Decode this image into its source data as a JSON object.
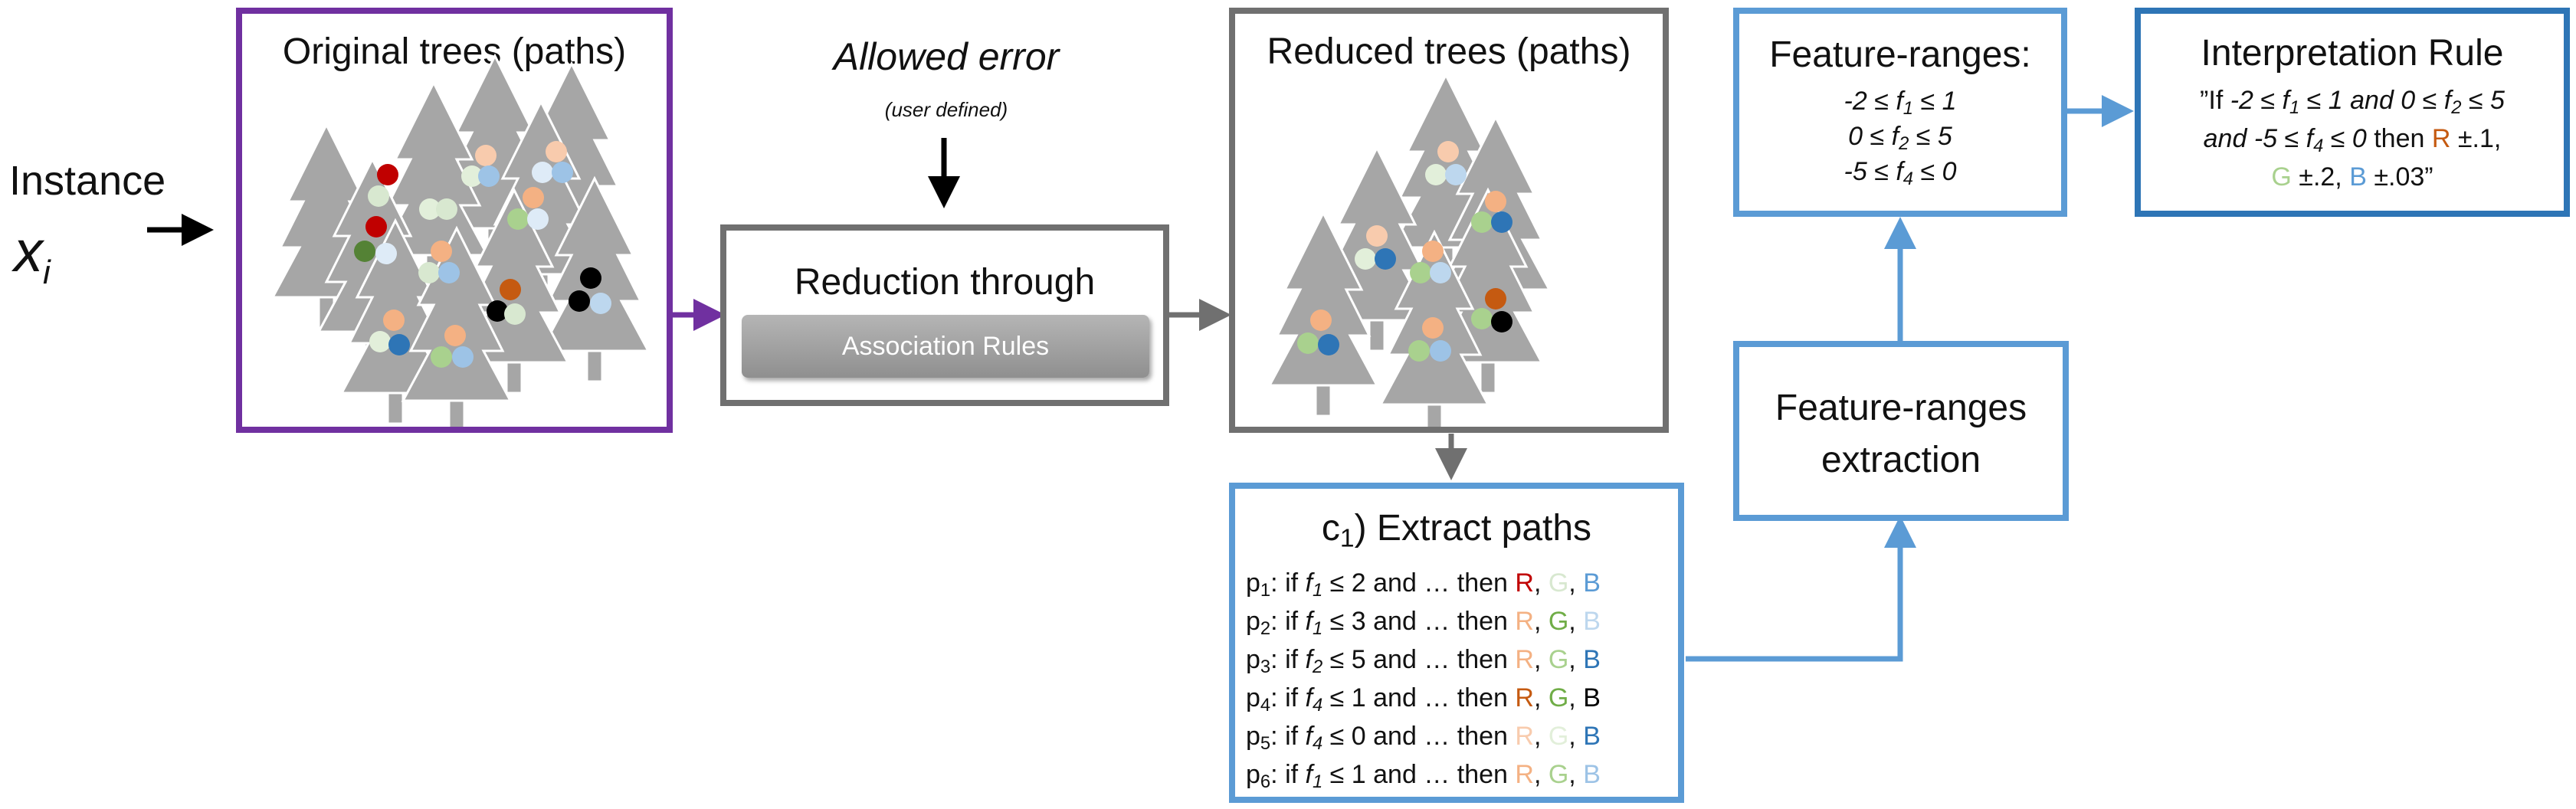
{
  "instance": {
    "label": "Instance",
    "var": "x",
    "sub": "i"
  },
  "original_trees": {
    "title": "Original trees (paths)"
  },
  "allowed_error": {
    "title": "Allowed error",
    "note": "(user defined)"
  },
  "reduction": {
    "title": "Reduction through",
    "button": "Association Rules"
  },
  "reduced_trees": {
    "title": "Reduced trees (paths)"
  },
  "extract": {
    "title_prefix": "c",
    "title_sub": "1",
    "title_rest": ") Extract paths",
    "paths": [
      {
        "p": "p",
        "ps": "1",
        "pre": ": if ",
        "f": "f",
        "fs": "1",
        "cond": " ≤ 2 and … then ",
        "R": "R",
        "G": "G",
        "B": "B",
        "r_color": "#c00000",
        "g_color": "#d8e8d0",
        "b_color": "#5b9bd5"
      },
      {
        "p": "p",
        "ps": "2",
        "pre": ": if ",
        "f": "f",
        "fs": "1",
        "cond": " ≤ 3 and … then ",
        "R": "R",
        "G": "G",
        "B": "B",
        "r_color": "#f4b183",
        "g_color": "#70ad47",
        "b_color": "#bdd7ee"
      },
      {
        "p": "p",
        "ps": "3",
        "pre": ": if ",
        "f": "f",
        "fs": "2",
        "cond": " ≤ 5 and … then ",
        "R": "R",
        "G": "G",
        "B": "B",
        "r_color": "#f4b183",
        "g_color": "#a9d18e",
        "b_color": "#2e75b6"
      },
      {
        "p": "p",
        "ps": "4",
        "pre": ": if ",
        "f": "f",
        "fs": "4",
        "cond": " ≤ 1 and … then ",
        "R": "R",
        "G": "G",
        "B": "B",
        "r_color": "#c55a11",
        "g_color": "#70ad47",
        "b_color": "#000000"
      },
      {
        "p": "p",
        "ps": "5",
        "pre": ": if ",
        "f": "f",
        "fs": "4",
        "cond": " ≤ 0 and … then ",
        "R": "R",
        "G": "G",
        "B": "B",
        "r_color": "#f8cbad",
        "g_color": "#e2efda",
        "b_color": "#2e75b6"
      },
      {
        "p": "p",
        "ps": "6",
        "pre": ": if ",
        "f": "f",
        "fs": "1",
        "cond": " ≤ 1 and … then ",
        "R": "R",
        "G": "G",
        "B": "B",
        "r_color": "#f4b183",
        "g_color": "#a9d18e",
        "b_color": "#9dc3e6"
      }
    ]
  },
  "extraction": {
    "line1": "Feature-ranges",
    "line2": "extraction"
  },
  "ranges": {
    "title": "Feature-ranges:",
    "lines": [
      {
        "a": "-2 ≤ ",
        "f": "f",
        "s": "1",
        "b": " ≤ 1"
      },
      {
        "a": "0 ≤ ",
        "f": "f",
        "s": "2",
        "b": " ≤ 5"
      },
      {
        "a": "-5 ≤ ",
        "f": "f",
        "s": "4",
        "b": " ≤ 0"
      }
    ]
  },
  "rule": {
    "title": "Interpretation Rule",
    "open": "”If ",
    "c1a": "-2 ≤ ",
    "c1f": "f",
    "c1s": "1",
    "c1b": " ≤ 1 and  0 ≤ ",
    "c2f": "f",
    "c2s": "2",
    "c2b": " ≤ 5",
    "c3a": "and -5 ≤ ",
    "c3f": "f",
    "c3s": "4",
    "c3b": " ≤ 0",
    "then": " then ",
    "R": "R",
    "r_tol": " ±.1,",
    "G": "G",
    "g_tol": " ±.2, ",
    "B": "B",
    "b_tol": " ±.03”",
    "r_color": "#c55a11",
    "g_color": "#a9d18e",
    "b_color": "#5b9bd5"
  },
  "colors": {
    "purple": "#7030a0",
    "gray": "#707070",
    "blue": "#5b9bd5",
    "blue_dark": "#2e75b6",
    "tree": "#a6a6a6"
  }
}
